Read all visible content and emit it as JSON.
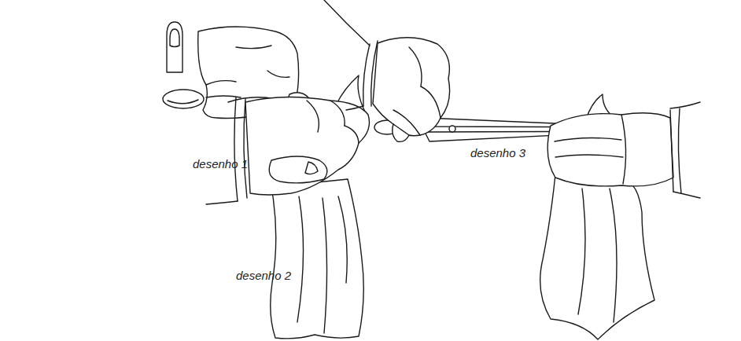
{
  "diagram": {
    "labels": [
      "desenho 1",
      "desenho 2",
      "desenho 3"
    ]
  }
}
